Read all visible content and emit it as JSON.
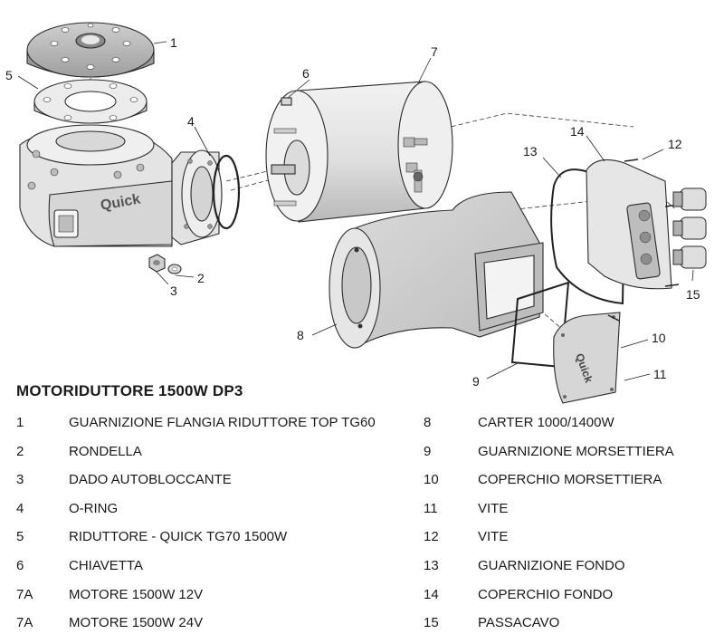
{
  "title": "MOTORIDUTTORE 1500W DP3",
  "callouts": [
    {
      "id": "1",
      "text": "1"
    },
    {
      "id": "2",
      "text": "2"
    },
    {
      "id": "3",
      "text": "3"
    },
    {
      "id": "4",
      "text": "4"
    },
    {
      "id": "5",
      "text": "5"
    },
    {
      "id": "6",
      "text": "6"
    },
    {
      "id": "7",
      "text": "7"
    },
    {
      "id": "8",
      "text": "8"
    },
    {
      "id": "9",
      "text": "9"
    },
    {
      "id": "10",
      "text": "10"
    },
    {
      "id": "11",
      "text": "11"
    },
    {
      "id": "12",
      "text": "12"
    },
    {
      "id": "13",
      "text": "13"
    },
    {
      "id": "14",
      "text": "14"
    },
    {
      "id": "15",
      "text": "15"
    }
  ],
  "brand_text": "Quick",
  "parts_left": [
    {
      "num": "1",
      "label": "GUARNIZIONE FLANGIA RIDUTTORE TOP TG60"
    },
    {
      "num": "2",
      "label": "RONDELLA"
    },
    {
      "num": "3",
      "label": "DADO AUTOBLOCCANTE"
    },
    {
      "num": "4",
      "label": "O-RING"
    },
    {
      "num": "5",
      "label": "RIDUTTORE - QUICK TG70 1500W"
    },
    {
      "num": "6",
      "label": "CHIAVETTA"
    },
    {
      "num": "7A",
      "label": "MOTORE 1500W 12V"
    },
    {
      "num": "7A",
      "label": "MOTORE 1500W 24V"
    }
  ],
  "parts_right": [
    {
      "num": "8",
      "label": "CARTER 1000/1400W"
    },
    {
      "num": "9",
      "label": "GUARNIZIONE MORSETTIERA"
    },
    {
      "num": "10",
      "label": "COPERCHIO MORSETTIERA"
    },
    {
      "num": "11",
      "label": "VITE"
    },
    {
      "num": "12",
      "label": "VITE"
    },
    {
      "num": "13",
      "label": "GUARNIZIONE FONDO"
    },
    {
      "num": "14",
      "label": "COPERCHIO FONDO"
    },
    {
      "num": "15",
      "label": "PASSACAVO"
    }
  ],
  "colors": {
    "metal_light": "#ececec",
    "metal_mid": "#d2d2d2",
    "metal_dark": "#a8a8a8",
    "flange_top": "#bdbdbd",
    "carter": "#e2e2e2",
    "line": "#2a2a2a"
  }
}
